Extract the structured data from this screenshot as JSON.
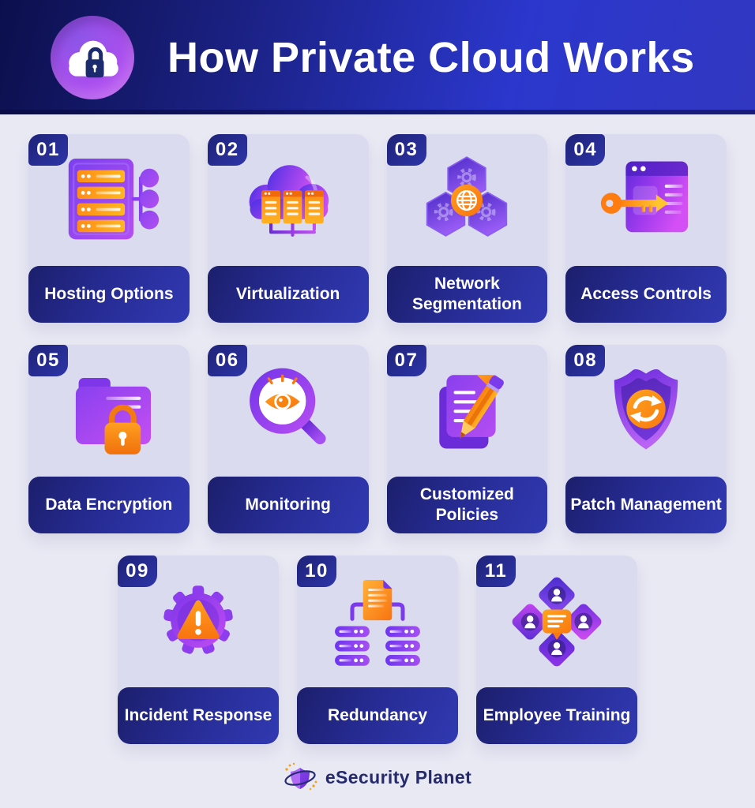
{
  "header": {
    "title": "How Private Cloud Works",
    "logo_icon": "cloud-lock-icon"
  },
  "cards": [
    {
      "number": "01",
      "label": "Hosting Options",
      "icon": "server-network-icon"
    },
    {
      "number": "02",
      "label": "Virtualization",
      "icon": "cloud-servers-icon"
    },
    {
      "number": "03",
      "label": "Network Segmentation",
      "icon": "hexagon-gears-globe-icon"
    },
    {
      "number": "04",
      "label": "Access Controls",
      "icon": "key-window-icon"
    },
    {
      "number": "05",
      "label": "Data Encryption",
      "icon": "folder-lock-icon"
    },
    {
      "number": "06",
      "label": "Monitoring",
      "icon": "magnifier-eye-icon"
    },
    {
      "number": "07",
      "label": "Customized Policies",
      "icon": "document-pencil-icon"
    },
    {
      "number": "08",
      "label": "Patch Management",
      "icon": "shield-sync-icon"
    },
    {
      "number": "09",
      "label": "Incident Response",
      "icon": "gear-warning-icon"
    },
    {
      "number": "10",
      "label": "Redundancy",
      "icon": "document-servers-icon"
    },
    {
      "number": "11",
      "label": "Employee Training",
      "icon": "people-chat-icon"
    }
  ],
  "footer": {
    "brand": "eSecurity Planet",
    "logo_icon": "shield-orbit-icon"
  },
  "colors": {
    "header_gradient": [
      "#0c0f4c",
      "#2b37cd"
    ],
    "band_navy": "#1c1f6c",
    "card_lavender": "#dadbee",
    "page_bg": "#e9e9f4",
    "purple": "#8b3cee",
    "magenta": "#c44ff2",
    "orange": "#f9780f",
    "amber": "#ffb122",
    "white": "#ffffff"
  }
}
